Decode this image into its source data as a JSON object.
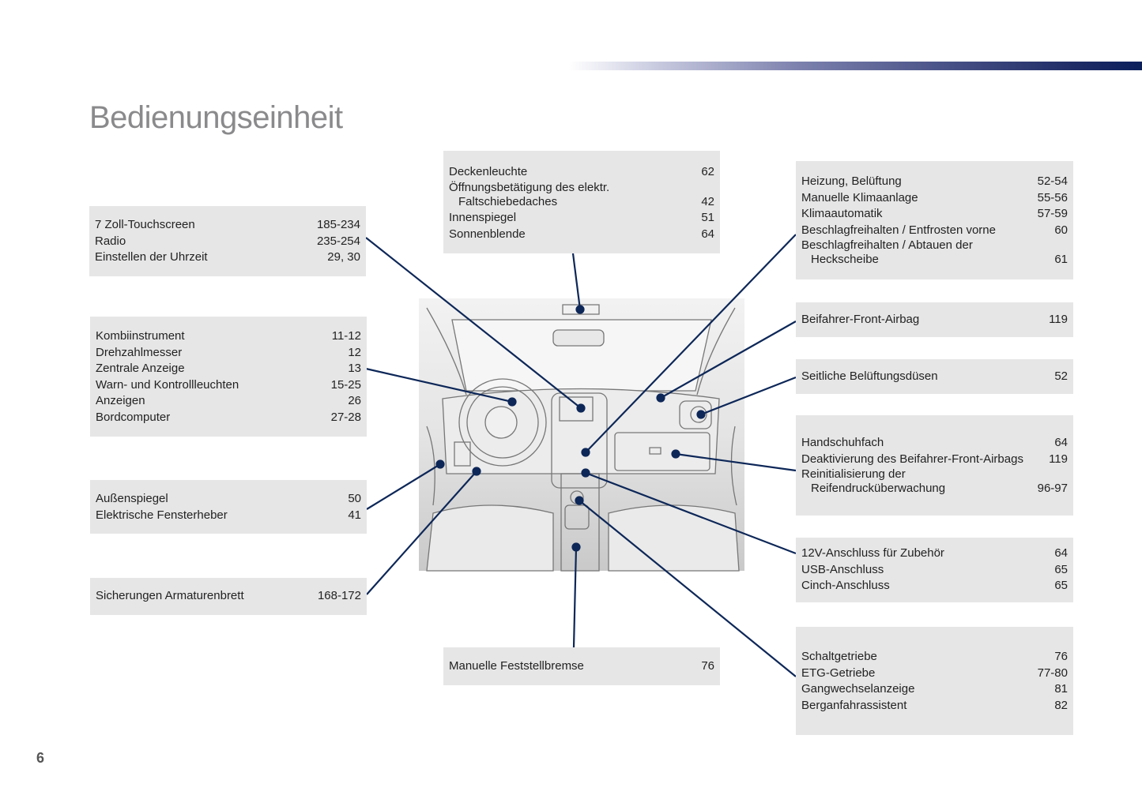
{
  "title": "Bedienungseinheit",
  "page_number": "6",
  "colors": {
    "leader": "#0d2758",
    "box": "#e6e6e7"
  },
  "boxes": {
    "touchscreen": [
      {
        "label": "7 Zoll-Touchscreen",
        "page": "185-234"
      },
      {
        "label": "Radio",
        "page": "235-254"
      },
      {
        "label": "Einstellen der Uhrzeit",
        "page": "29, 30"
      }
    ],
    "instrument": [
      {
        "label": "Kombiinstrument",
        "page": "11-12"
      },
      {
        "label": "Drehzahlmesser",
        "page": "12"
      },
      {
        "label": "Zentrale Anzeige",
        "page": "13"
      },
      {
        "label": "Warn- und Kontrollleuchten",
        "page": "15-25"
      },
      {
        "label": "Anzeigen",
        "page": "26"
      },
      {
        "label": "Bordcomputer",
        "page": "27-28"
      }
    ],
    "mirrors": [
      {
        "label": "Außenspiegel",
        "page": "50"
      },
      {
        "label": "Elektrische Fensterheber",
        "page": "41"
      }
    ],
    "fuses": [
      {
        "label": "Sicherungen Armaturenbrett",
        "page": "168-172"
      }
    ],
    "ceiling": [
      {
        "label": "Deckenleuchte",
        "page": "62"
      },
      {
        "label": "Öffnungsbetätigung des elektr.",
        "page": ""
      },
      {
        "label": "Faltschiebedaches",
        "page": "42"
      },
      {
        "label": "Innenspiegel",
        "page": "51"
      },
      {
        "label": "Sonnenblende",
        "page": "64"
      }
    ],
    "handbrake": [
      {
        "label": "Manuelle Feststellbremse",
        "page": "76"
      }
    ],
    "heating": [
      {
        "label": "Heizung, Belüftung",
        "page": "52-54"
      },
      {
        "label": "Manuelle Klimaanlage",
        "page": "55-56"
      },
      {
        "label": "Klimaautomatik",
        "page": "57-59"
      },
      {
        "label": "Beschlagfreihalten / Entfrosten vorne",
        "page": "60"
      },
      {
        "label": "Beschlagfreihalten / Abtauen der",
        "page": ""
      },
      {
        "label": "Heckscheibe",
        "page": "61"
      }
    ],
    "airbag": [
      {
        "label": "Beifahrer-Front-Airbag",
        "page": "119"
      }
    ],
    "vents": [
      {
        "label": "Seitliche Belüftungsdüsen",
        "page": "52"
      }
    ],
    "glovebox": [
      {
        "label": "Handschuhfach",
        "page": "64"
      },
      {
        "label": "Deaktivierung des Beifahrer-Front-Airbags",
        "page": "119"
      },
      {
        "label": "Reinitialisierung der",
        "page": ""
      },
      {
        "label": "Reifendrucküberwachung",
        "page": "96-97"
      }
    ],
    "sockets": [
      {
        "label": "12V-Anschluss für Zubehör",
        "page": "64"
      },
      {
        "label": "USB-Anschluss",
        "page": "65"
      },
      {
        "label": "Cinch-Anschluss",
        "page": "65"
      }
    ],
    "gearbox": [
      {
        "label": "Schaltgetriebe",
        "page": "76"
      },
      {
        "label": "ETG-Getriebe",
        "page": "77-80"
      },
      {
        "label": "Gangwechselanzeige",
        "page": "81"
      },
      {
        "label": "Berganfahrassistent",
        "page": "82"
      }
    ]
  }
}
